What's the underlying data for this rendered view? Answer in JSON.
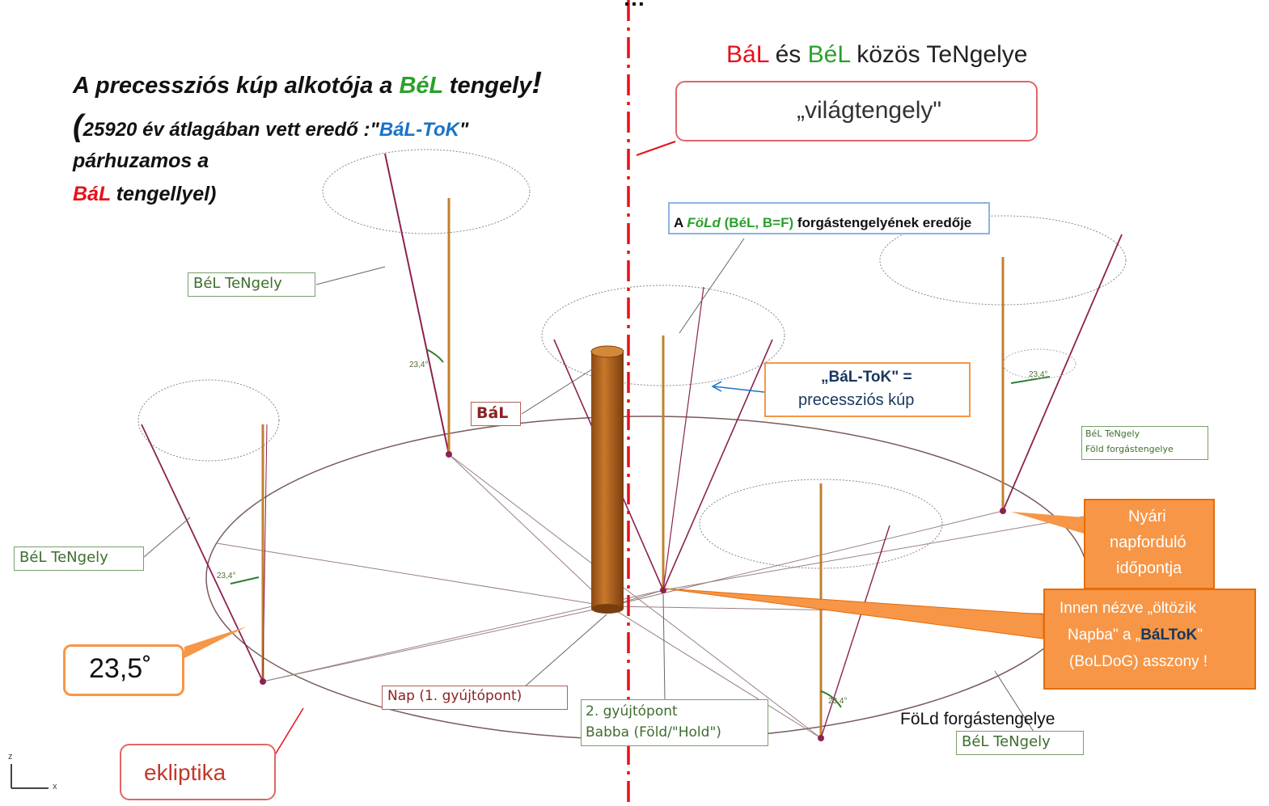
{
  "title_partial": "…",
  "heading": {
    "l1_pre": "BáL",
    "l1_mid": " és ",
    "l1_mid2": "BéL",
    "l1_post": " közös TeNgelye"
  },
  "left_text": {
    "line1_pre": "A precessziós kúp alkotója a ",
    "line1_green": "BéL",
    "line1_post": " tengely",
    "line1_bang": "!",
    "line2_paren": "(",
    "line2_pre": "25920 év  átlagában vett eredő :\"",
    "line2_blue": "BáL-ToK",
    "line2_post": "\"",
    "line3": "párhuzamos a",
    "line4_red": "BáL",
    "line4_post": " tengellyel)"
  },
  "callouts": {
    "vilagtengely": "„világtengely\"",
    "fold_pre": "A ",
    "fold_green": "FöLd",
    "fold_mid": " (BéL, B=F)",
    "fold_post": " forgástengelyének eredője",
    "baltok_line1": "„BáL-ToK\" =",
    "baltok_line2": "precessziós kúp",
    "nyari_1": "Nyári",
    "nyari_2": "napforduló",
    "nyari_3": "időpontja",
    "innen_1": "Innen nézve „öltözik",
    "innen_2_pre": "Napba\"  a  „",
    "innen_2_bold": "BáLToK",
    "innen_2_post": "\"",
    "innen_3": "(BoLDoG) asszony !",
    "angle": "23,5˚",
    "ekliptika": "ekliptika",
    "fold_forgas": "FöLd forgástengelye"
  },
  "tags": {
    "bel_top": "BéL TeNgely",
    "bel_left": "BéL TeNgely",
    "bel_bottom": "BéL TeNgely",
    "bal": "BáL",
    "nap": "Nap (1. gyújtópont)",
    "gyujto_1": "2. gyújtópont",
    "gyujto_2": "Babba (Föld/\"Hold\")",
    "bel_small_1": "BéL TeNgely",
    "bel_small_2": "Föld forgástengelye",
    "angle_small_a": "23,4°",
    "angle_small_b": "23,4°",
    "angle_small_c": "23,4°",
    "angle_small_d": "23,4°"
  },
  "axes_icon": {
    "z": "z",
    "x": "x"
  },
  "colors": {
    "red": "#e8101a",
    "green": "#2ca02c",
    "blue": "#1a73c8",
    "orange_fill": "#f79646",
    "orange_border": "#e46c0a",
    "rod": "#c08030",
    "cylinder": "#b5651d",
    "cone_line": "#8b2252"
  }
}
